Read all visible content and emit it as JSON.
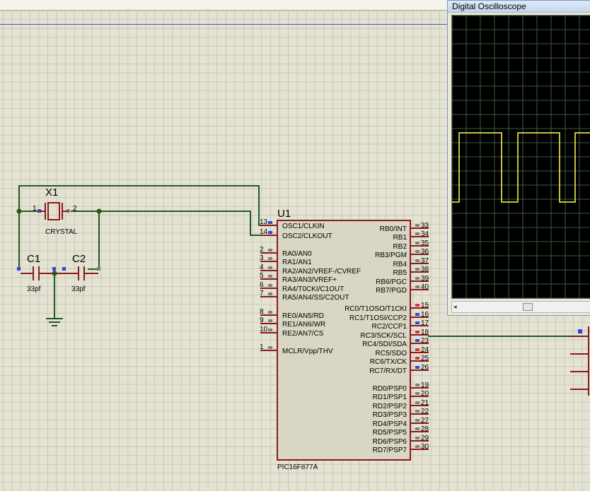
{
  "schematic": {
    "crystal": {
      "ref": "X1",
      "value": "CRYSTAL",
      "pin1": "1",
      "pin2": "2"
    },
    "c1": {
      "ref": "C1",
      "value": "33pf"
    },
    "c2": {
      "ref": "C2",
      "value": "33pf"
    },
    "mcu": {
      "ref": "U1",
      "part": "PIC16F877A",
      "left_pins": [
        {
          "num": "13",
          "name": "OSC1/CLKIN"
        },
        {
          "num": "14",
          "name": "OSC2/CLKOUT"
        },
        {
          "num": "2",
          "name": "RA0/AN0"
        },
        {
          "num": "3",
          "name": "RA1/AN1"
        },
        {
          "num": "4",
          "name": "RA2/AN2/VREF-/CVREF"
        },
        {
          "num": "5",
          "name": "RA3/AN3/VREF+"
        },
        {
          "num": "6",
          "name": "RA4/T0CKI/C1OUT"
        },
        {
          "num": "7",
          "name": "RA5/AN4/SS/C2OUT"
        },
        {
          "num": "8",
          "name": "RE0/AN5/RD"
        },
        {
          "num": "9",
          "name": "RE1/AN6/WR"
        },
        {
          "num": "10",
          "name": "RE2/AN7/CS"
        },
        {
          "num": "1",
          "name": "MCLR/Vpp/THV"
        }
      ],
      "right_pins": [
        {
          "num": "33",
          "name": "RB0/INT"
        },
        {
          "num": "34",
          "name": "RB1"
        },
        {
          "num": "35",
          "name": "RB2"
        },
        {
          "num": "36",
          "name": "RB3/PGM"
        },
        {
          "num": "37",
          "name": "RB4"
        },
        {
          "num": "38",
          "name": "RB5"
        },
        {
          "num": "39",
          "name": "RB6/PGC"
        },
        {
          "num": "40",
          "name": "RB7/PGD"
        },
        {
          "num": "15",
          "name": "RC0/T1OSO/T1CKI"
        },
        {
          "num": "16",
          "name": "RC1/T1OSI/CCP2"
        },
        {
          "num": "17",
          "name": "RC2/CCP1"
        },
        {
          "num": "18",
          "name": "RC3/SCK/SCL"
        },
        {
          "num": "23",
          "name": "RC4/SDI/SDA"
        },
        {
          "num": "24",
          "name": "RC5/SDO"
        },
        {
          "num": "25",
          "name": "RC6/TX/CK"
        },
        {
          "num": "26",
          "name": "RC7/RX/DT"
        },
        {
          "num": "19",
          "name": "RD0/PSP0"
        },
        {
          "num": "20",
          "name": "RD1/PSP1"
        },
        {
          "num": "21",
          "name": "RD2/PSP2"
        },
        {
          "num": "22",
          "name": "RD3/PSP3"
        },
        {
          "num": "27",
          "name": "RD4/PSP4"
        },
        {
          "num": "28",
          "name": "RD5/PSP5"
        },
        {
          "num": "29",
          "name": "RD6/PSP6"
        },
        {
          "num": "30",
          "name": "RD7/PSP7"
        }
      ]
    }
  },
  "oscilloscope": {
    "title": "Digital Oscilloscope",
    "scroll_left_glyph": "◂"
  },
  "colors": {
    "wire": "#1f5a1f",
    "component": "#8b1a1a",
    "pin_blue": "#3344dd",
    "pin_red": "#dd3333",
    "pin_gray": "#808080",
    "trace": "#ffff55",
    "scope_grid": "#3a5a3a"
  }
}
